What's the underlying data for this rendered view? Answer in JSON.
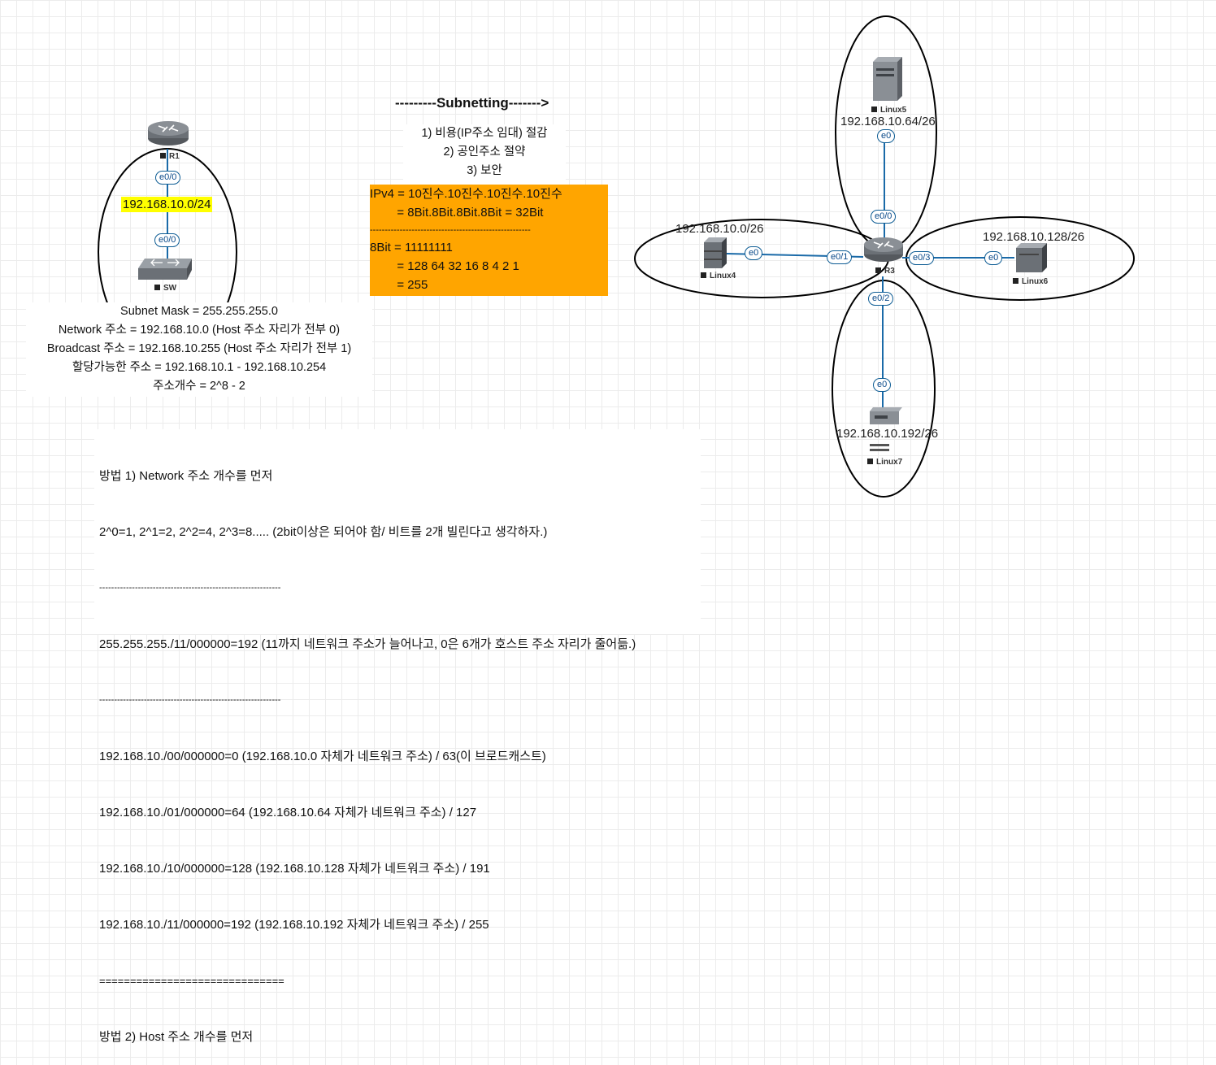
{
  "title": "---------Subnetting------->",
  "benefits": [
    "1) 비용(IP주소 임대) 절감",
    "2)  공인주소 절약",
    "3) 보안"
  ],
  "ipv4_box": {
    "line1": "IPv4 = 10진수.10진수.10진수.10진수",
    "line2": "        = 8Bit.8Bit.8Bit.8Bit = 32Bit",
    "separator": "------------------------------------------------------",
    "line3": "8Bit = 11111111",
    "line4": "        = 128 64 32 16 8 4 2 1",
    "line5": "        = 255"
  },
  "left_diagram": {
    "router_label": "R1",
    "router_iface": "e0/0",
    "network": "192.168.10.0/24",
    "switch_iface": "e0/0",
    "switch_label": "SW"
  },
  "subnet_info": [
    "Subnet Mask = 255.255.255.0",
    "Network 주소 = 192.168.10.0 (Host 주소 자리가 전부 0)",
    "Broadcast 주소 = 192.168.10.255 (Host 주소 자리가 전부 1)",
    "할당가능한 주소 = 192.168.10.1 - 192.168.10.254",
    "주소개수 = 2^8 - 2"
  ],
  "notes": [
    "방법 1) Network 주소 개수를 먼저",
    "2^0=1, 2^1=2, 2^2=4, 2^3=8..... (2bit이상은 되어야 함/ 비트를 2개 빌린다고 생각하자.)",
    "-------------------------------------------------------------",
    "255.255.255./11/000000=192 (11까지 네트워크 주소가 늘어나고, 0은 6개가 호스트 주소 자리가 줄어듦.)",
    "-------------------------------------------------------------",
    "192.168.10./00/000000=0 (192.168.10.0 자체가 네트워크 주소) / 63(이 브로드캐스트)",
    "192.168.10./01/000000=64 (192.168.10.64 자체가 네트워크 주소) / 127",
    "192.168.10./10/000000=128 (192.168.10.128 자체가 네트워크 주소) / 191",
    "192.168.10./11/000000=192 (192.168.10.192 자체가 네트워크 주소) / 255",
    "==============================",
    "방법 2) Host 주소 개수를 먼저"
  ],
  "right_diagram": {
    "router_label": "R3",
    "linux5": {
      "label": "Linux5",
      "network": "192.168.10.64/26",
      "iface": "e0",
      "router_iface": "e0/0"
    },
    "linux4": {
      "label": "Linux4",
      "network": "192.168.10.0/26",
      "iface": "e0",
      "router_iface": "e0/1"
    },
    "linux6": {
      "label": "Linux6",
      "network": "192.168.10.128/26",
      "iface": "e0",
      "router_iface": "e0/3"
    },
    "linux7": {
      "label": "Linux7",
      "network": "192.168.10.192/26",
      "iface": "e0",
      "router_iface": "e0/2"
    }
  },
  "colors": {
    "highlight": "#ffff00",
    "orange_box": "#ffa500",
    "link": "#1a6aa8"
  }
}
